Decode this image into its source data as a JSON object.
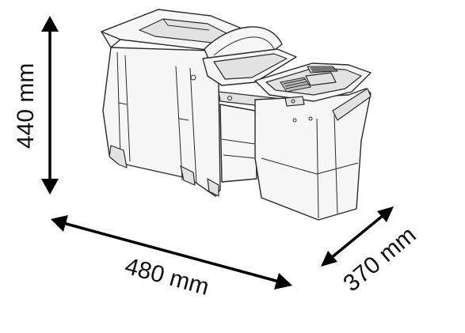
{
  "dimensions": {
    "height": {
      "label": "440 mm",
      "value": 440,
      "unit": "mm"
    },
    "width": {
      "label": "480 mm",
      "value": 480,
      "unit": "mm"
    },
    "depth": {
      "label": "370 mm",
      "value": 370,
      "unit": "mm"
    }
  },
  "colors": {
    "line": "#2a2a2a",
    "arrow": "#000000",
    "background": "#ffffff"
  }
}
